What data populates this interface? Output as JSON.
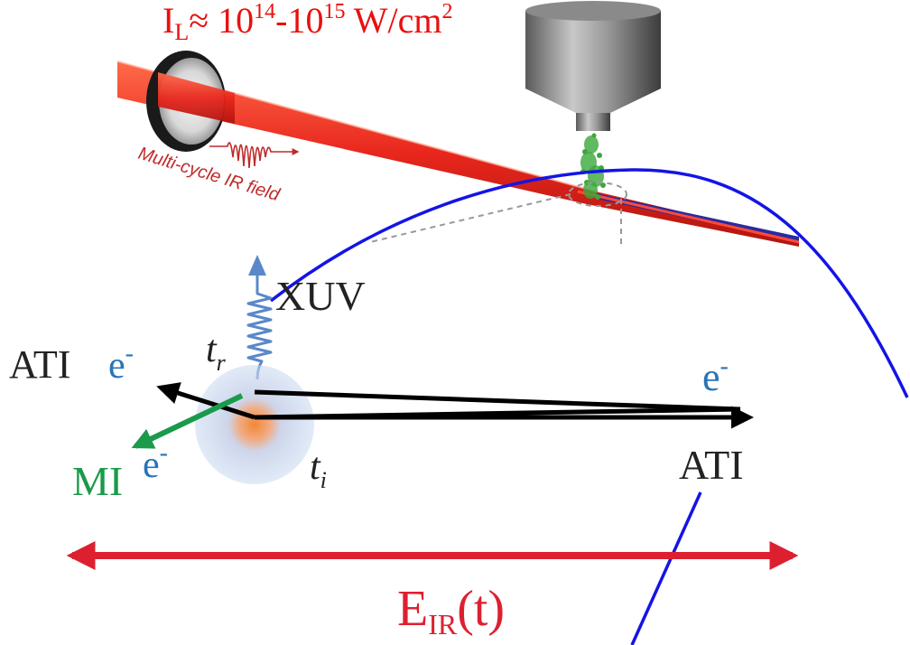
{
  "intensity": {
    "symbol": "I",
    "subscript": "L",
    "relation": "≈ 10",
    "exp1": "14",
    "dash": "-10",
    "exp2": "15",
    "unit": " W/cm",
    "unit_exp": "2"
  },
  "ir_field_label": "Multi-cycle IR field",
  "labels": {
    "xuv": "XUV",
    "tr_main": "t",
    "tr_sub": "r",
    "ti_main": "t",
    "ti_sub": "i",
    "ati_left": "ATI",
    "e_left": "e",
    "e_left_sup": "-",
    "e_right": "e",
    "e_right_sup": "-",
    "ati_right": "ATI",
    "mi": "MI",
    "e_mi": "e",
    "e_mi_sup": "-",
    "eir_main": "E",
    "eir_sub": "IR",
    "eir_tail": "(t)"
  },
  "colors": {
    "intensity_text": "#e8110f",
    "laser_red": "#ee3322",
    "curve_blue": "#1414e6",
    "electron_blue": "#2a73b8",
    "mi_green": "#1a9a4a",
    "field_arrow_red": "#dd2030",
    "xuv_spring": "#5a88c8"
  }
}
